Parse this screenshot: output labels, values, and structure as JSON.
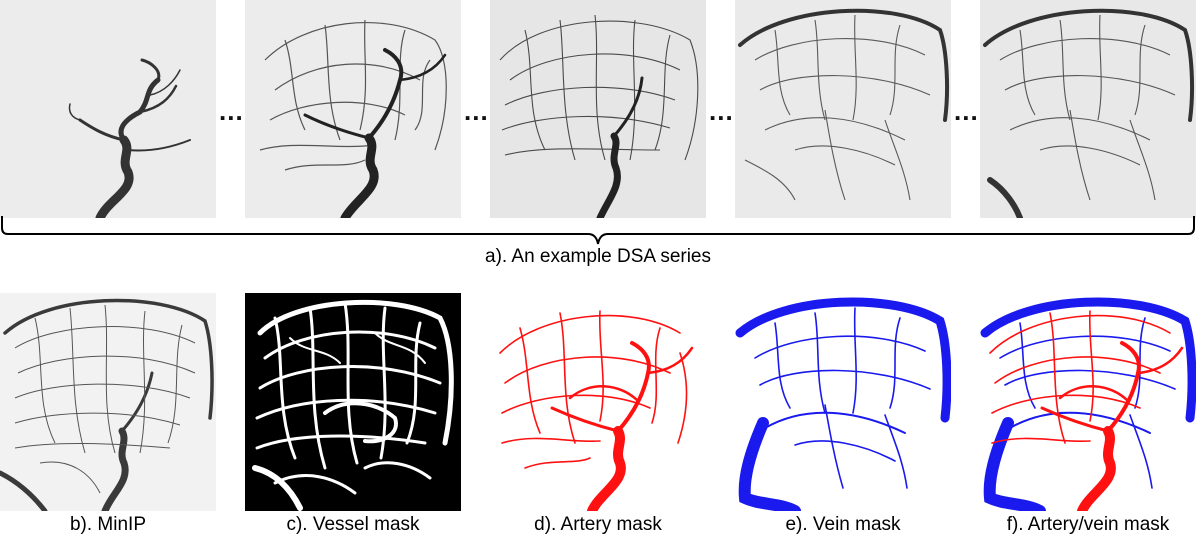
{
  "series_caption": "a). An example DSA series",
  "ellipsis": "...",
  "captions": {
    "minip": "b). MinIP",
    "vessel": "c). Vessel mask",
    "artery": "d). Artery mask",
    "vein": "e). Vein mask",
    "artery_vein": "f). Artery/vein mask"
  },
  "colors": {
    "artery": "#ff1111",
    "vein": "#1a1aee",
    "vessel_mask_bg": "#000000",
    "vessel_mask_fg": "#ffffff",
    "dsa_bg": "#ececec",
    "dsa_vessel": "#2a2a2a"
  }
}
